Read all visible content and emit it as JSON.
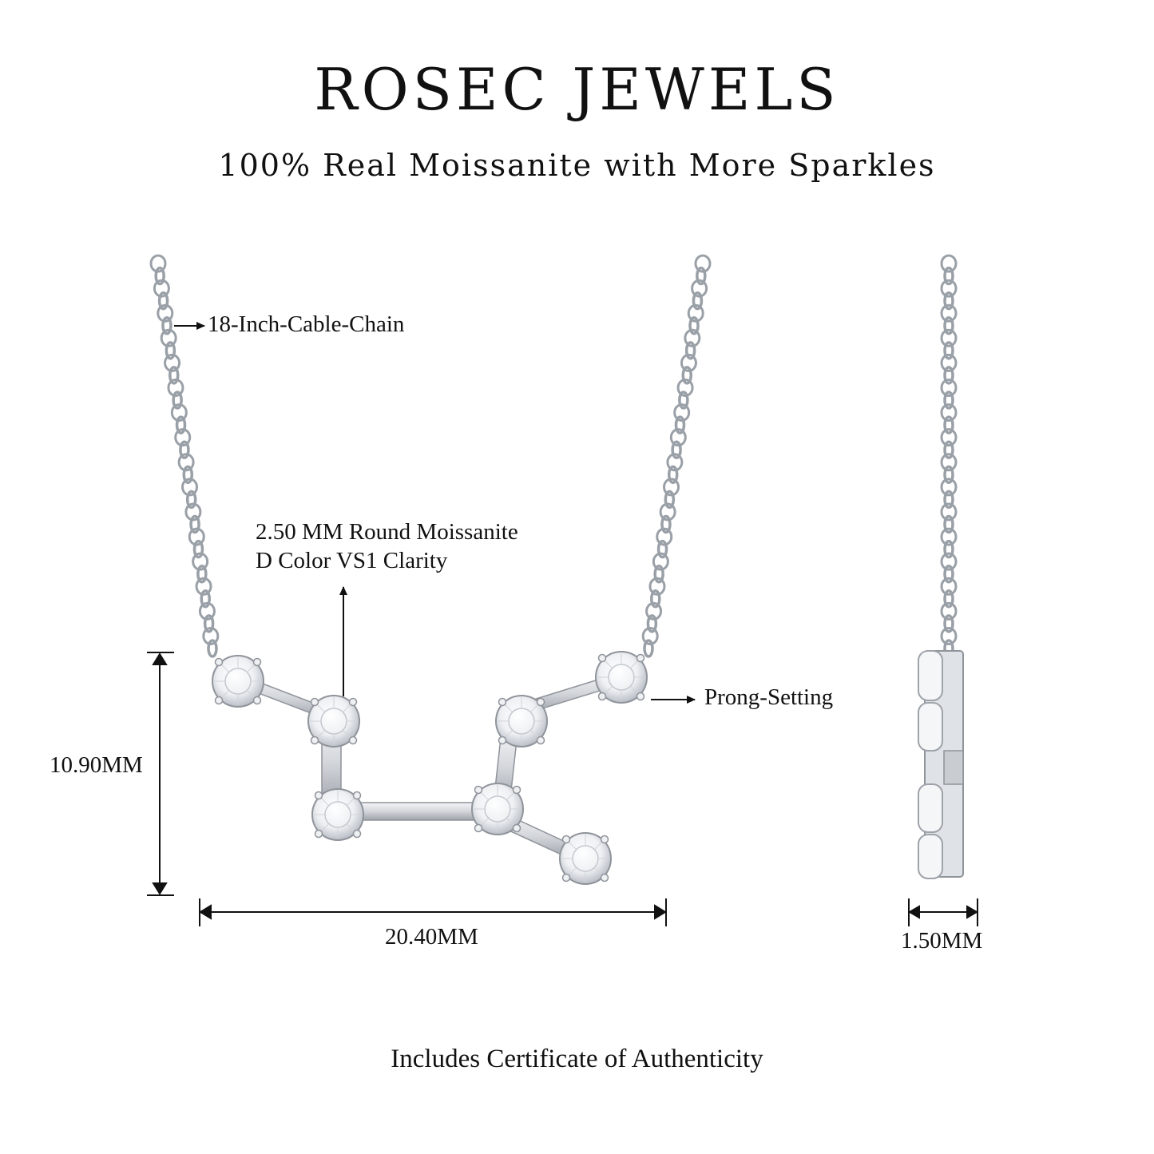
{
  "header": {
    "brand": "ROSEC JEWELS",
    "tagline": "100% Real Moissanite with More Sparkles"
  },
  "callouts": {
    "chain": "18-Inch-Cable-Chain",
    "stone_line1": "2.50 MM Round Moissanite",
    "stone_line2": "D Color VS1 Clarity",
    "setting": "Prong-Setting"
  },
  "dimensions": {
    "height": "10.90MM",
    "width": "20.40MM",
    "thickness": "1.50MM"
  },
  "footer": {
    "certificate": "Includes Certificate of Authenticity"
  },
  "colors": {
    "metal": "#c9ccd1",
    "metal_dark": "#8f949b",
    "text": "#111111"
  }
}
